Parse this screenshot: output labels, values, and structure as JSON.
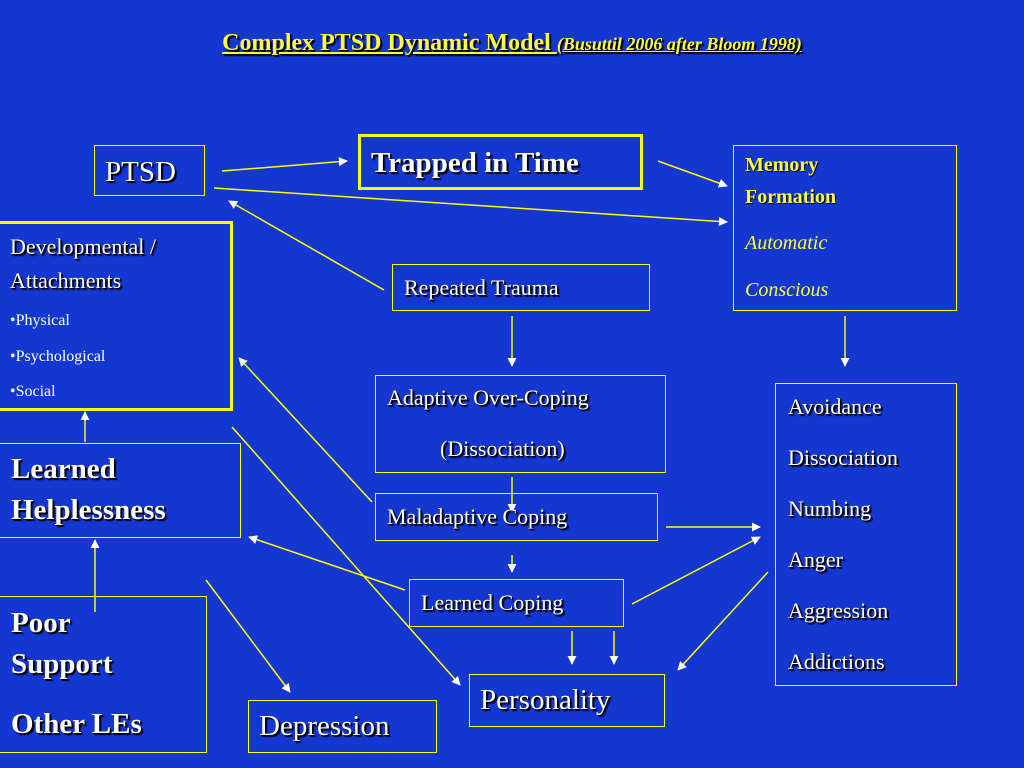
{
  "title": {
    "main": "Complex PTSD Dynamic Model ",
    "source": "(Busuttil  2006  after Bloom 1998)"
  },
  "colors": {
    "background": "#1437d2",
    "accent": "#ffff00",
    "text": "#ffffff"
  },
  "nodes": {
    "ptsd": {
      "label": "PTSD"
    },
    "trapped": {
      "label": "Trapped in Time"
    },
    "memory": {
      "heading_line1": "Memory",
      "heading_line2": "Formation",
      "items": [
        "Automatic",
        "Conscious"
      ]
    },
    "developmental": {
      "heading_line1": "Developmental /",
      "heading_line2": "Attachments",
      "items": [
        "•Physical",
        "•Psychological",
        "•Social"
      ]
    },
    "repeated_trauma": {
      "label": "Repeated Trauma"
    },
    "adaptive": {
      "line1": "Adaptive Over-Coping",
      "line2": "(Dissociation)"
    },
    "learned_helplessness": {
      "line1": "Learned",
      "line2": "Helplessness"
    },
    "maladaptive": {
      "label": "Maladaptive Coping"
    },
    "learned_coping": {
      "label": "Learned Coping"
    },
    "symptoms": {
      "items": [
        "Avoidance",
        "Dissociation",
        "Numbing",
        "Anger",
        "Aggression",
        "Addictions"
      ]
    },
    "poor_support": {
      "line1": "Poor",
      "line2": "Support",
      "line3": "Other LEs"
    },
    "depression": {
      "label": "Depression"
    },
    "personality": {
      "label": "Personality"
    }
  }
}
